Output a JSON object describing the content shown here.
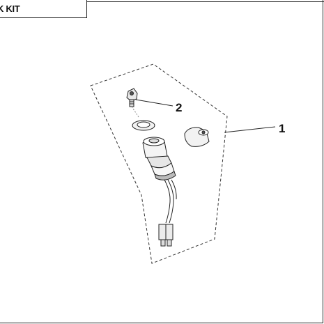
{
  "header": {
    "title": "K KIT"
  },
  "callouts": [
    {
      "number": "1"
    },
    {
      "number": "2"
    }
  ]
}
